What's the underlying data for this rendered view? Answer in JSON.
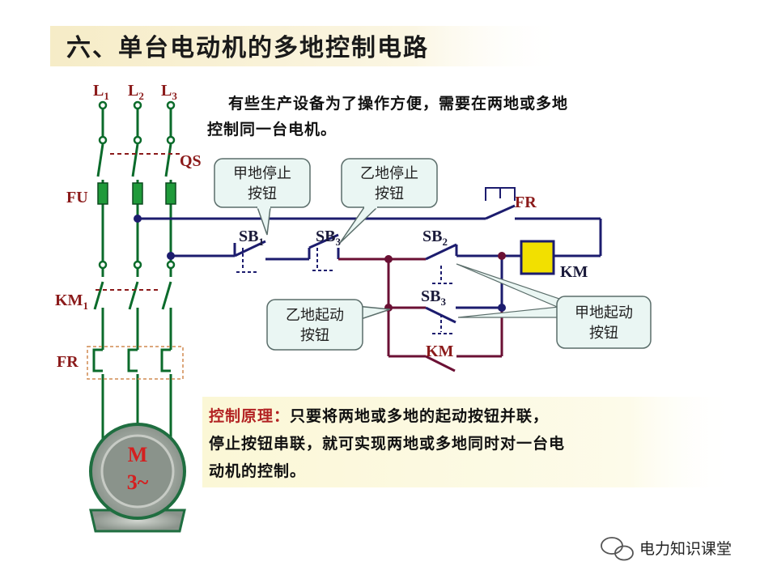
{
  "title": "六、单台电动机的多地控制电路",
  "intro": {
    "line1": "有些生产设备为了操作方便，需要在两地或多地",
    "line2": "控制同一台电机。"
  },
  "labels": {
    "L": "L",
    "L1_sub": "1",
    "L2_sub": "2",
    "L3_sub": "3",
    "QS": "QS",
    "FU": "FU",
    "KM1": "KM",
    "KM1_sub": "1",
    "FR_main": "FR",
    "FR_ctrl": "FR",
    "SB": "SB",
    "SB1_sub": "1",
    "SB3a_sub": "3",
    "SB2_sub": "2",
    "SB3b_sub": "3",
    "KM_coil": "KM",
    "KM_contact": "KM",
    "motor_M": "M",
    "motor_phase": "3~"
  },
  "callouts": {
    "jia_stop": [
      "甲地停止",
      "按钮"
    ],
    "yi_stop": [
      "乙地停止",
      "按钮"
    ],
    "yi_start": [
      "乙地起动",
      "按钮"
    ],
    "jia_start": [
      "甲地起动",
      "按钮"
    ]
  },
  "principle": {
    "key": "控制原理：",
    "line1": "只要将两地或多地的起动按钮并联，",
    "line2": "停止按钮串联，就可实现两地或多地同时对一台电",
    "line3": "动机的控制。"
  },
  "watermark": "电力知识课堂",
  "colors": {
    "wire_green": "#0b6b2b",
    "wire_navy": "#1c1c6e",
    "wire_maroon": "#6b1034",
    "label_red": "#8b1a1a",
    "callout_fill": "#eaf6f3",
    "coil_fill": "#f2e000",
    "fuse_fill": "#1f9a3a",
    "fr_dash": "#d08a50",
    "motor_outer": "#1f6e40",
    "motor_inner": "#a9b0a8"
  }
}
